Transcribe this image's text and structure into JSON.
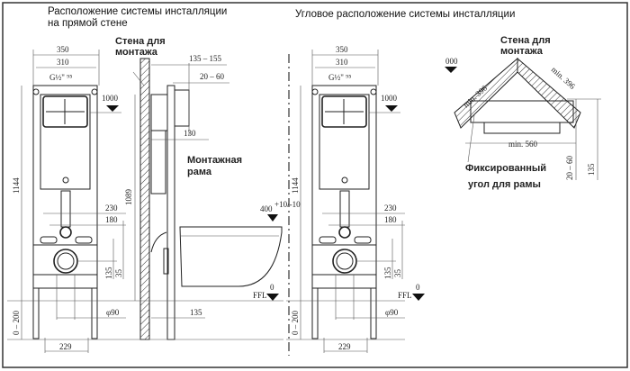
{
  "titles": {
    "straight_line1": "Расположение  системы инсталляции",
    "straight_line2": "на прямой  стене",
    "corner": "Угловое расположение системы инсталляции"
  },
  "labels": {
    "wall_line1": "Стена для",
    "wall_line2": "монтажа",
    "frame_line1": "Монтажная",
    "frame_line2": "рама",
    "fixed_line1": "Фиксированный",
    "fixed_line2": "угол для рамы"
  },
  "dims": {
    "width_350": "350",
    "width_310": "310",
    "water_inlet": "G½\" ⁹⁵",
    "height_1000": "1000",
    "height_1144": "1144",
    "width_230": "230",
    "width_180": "180",
    "height_135": "135",
    "height_35": "35",
    "leg_0_200": "0 – 200",
    "pipe_90": "φ90",
    "foot_229": "229",
    "depth_135_155": "135 – 155",
    "depth_20_60": "20 – 60",
    "depth_130": "130",
    "height_1089": "1089",
    "depth_135": "135",
    "bowl_400": "400",
    "bowl_400_tol": "+10/-10",
    "floor_0": "0",
    "ffl": "FFL",
    "corner_000": "000",
    "corner_min396": "min. 396",
    "corner_min560": "min. 560",
    "corner_20_60": "20 – 60",
    "corner_135": "135"
  }
}
